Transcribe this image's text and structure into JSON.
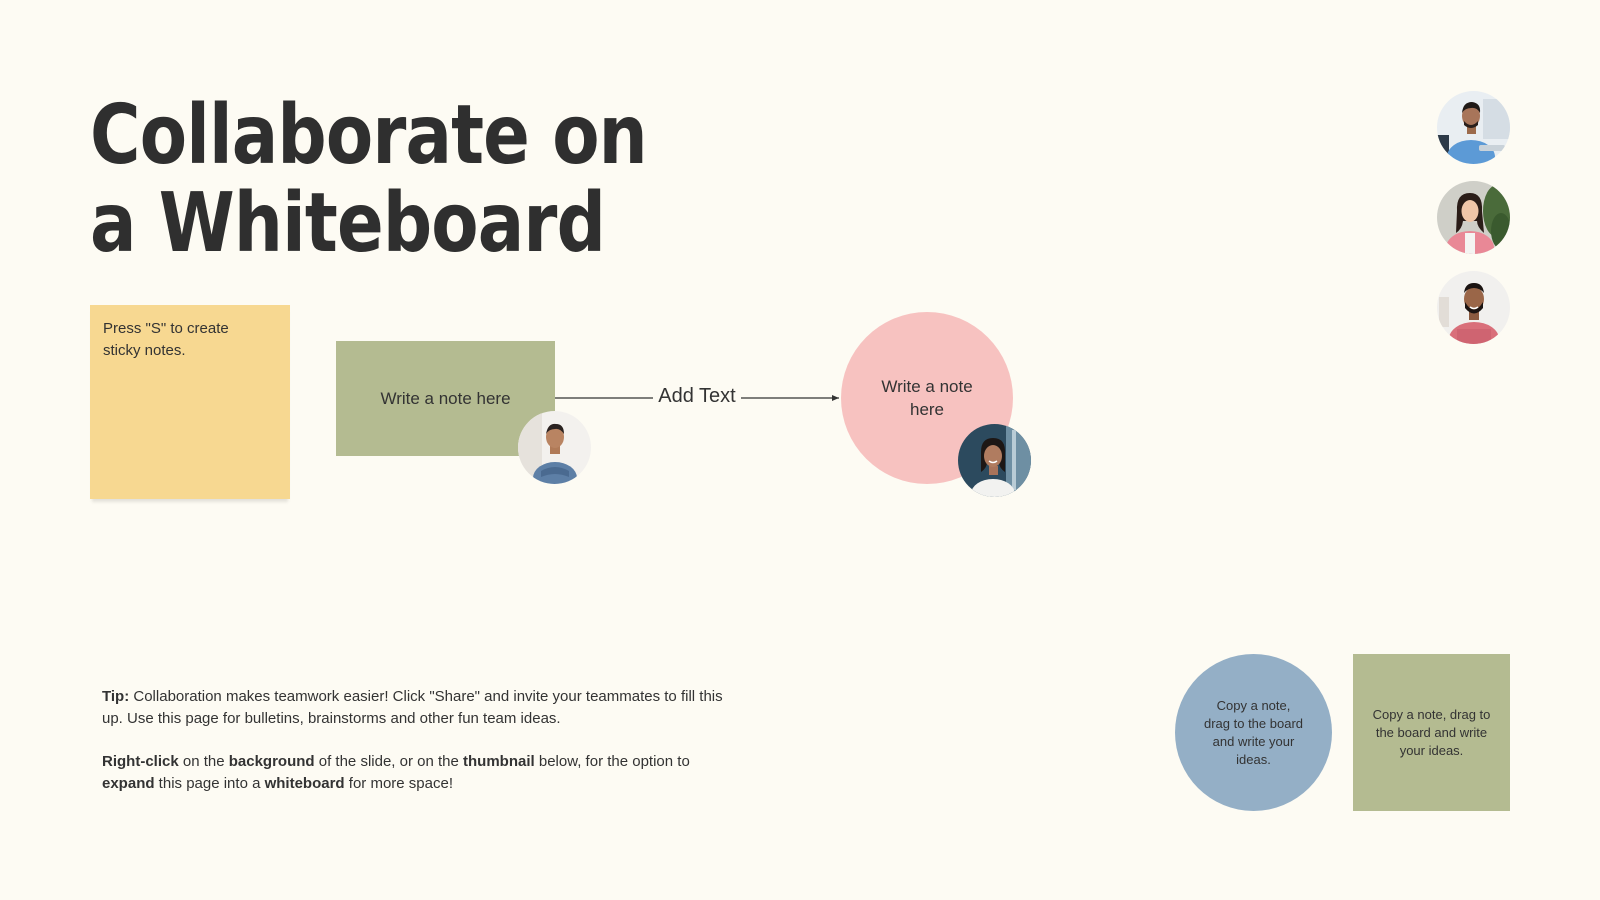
{
  "title": {
    "line1": "Collaborate on",
    "line2": "a Whiteboard"
  },
  "sticky_note": {
    "text": "Press \"S\" to create sticky notes."
  },
  "rect_note": {
    "text": "Write a note here"
  },
  "connector": {
    "label": "Add Text"
  },
  "circle_note": {
    "text": "Write a note here"
  },
  "tip": {
    "p1_bold": "Tip:",
    "p1_text": " Collaboration makes teamwork easier! Click \"Share\" and invite your teammates to fill this up. Use this page for bulletins, brainstorms and other fun team ideas.",
    "p2_b1": "Right-click",
    "p2_t1": " on the ",
    "p2_b2": "background",
    "p2_t2": " of the slide, or on the ",
    "p2_b3": "thumbnail",
    "p2_t3": " below, for the option to ",
    "p2_b4": "expand",
    "p2_t4": " this page into a ",
    "p2_b5": "whiteboard",
    "p2_t5": " for more space!"
  },
  "copy_notes": {
    "circle_text": "Copy a note, drag to the board and write your ideas.",
    "square_text": "Copy a note, drag to the board and write your ideas."
  },
  "colors": {
    "background": "#fdfbf3",
    "sticky_yellow": "#f7d891",
    "olive_green": "#b4bb91",
    "pink": "#f7c2c0",
    "slate_blue": "#94afc6",
    "text_dark": "#333333"
  },
  "avatars": [
    {
      "name": "collaborator-avatar-1"
    },
    {
      "name": "collaborator-avatar-2"
    },
    {
      "name": "collaborator-avatar-3"
    },
    {
      "name": "note-avatar-rect"
    },
    {
      "name": "note-avatar-circle"
    }
  ]
}
